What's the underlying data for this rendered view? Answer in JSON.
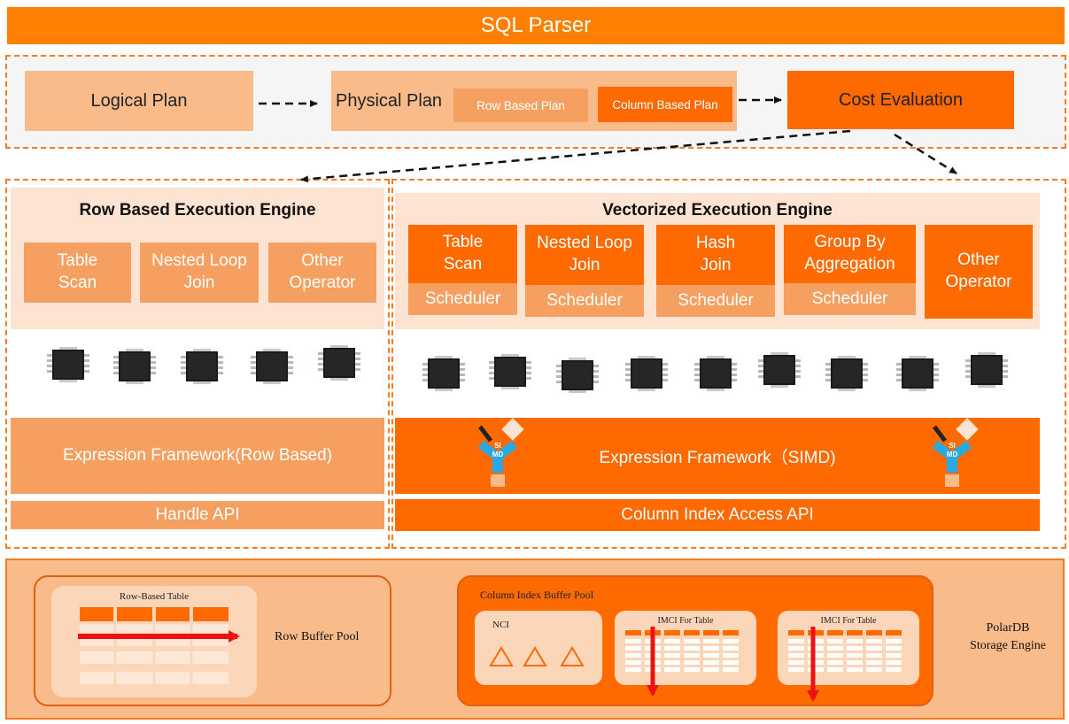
{
  "sql_parser": "SQL Parser",
  "planning": {
    "logical_plan": "Logical Plan",
    "physical_plan": "Physical Plan",
    "row_based_plan": "Row Based Plan",
    "column_based_plan": "Column Based Plan",
    "cost_evaluation": "Cost Evaluation"
  },
  "row_engine": {
    "title": "Row Based Execution Engine",
    "operators": [
      {
        "label_1": "Table",
        "label_2": "Scan"
      },
      {
        "label_1": "Nested Loop",
        "label_2": "Join"
      },
      {
        "label_1": "Other",
        "label_2": "Operator"
      }
    ],
    "expression_framework": "Expression Framework(Row Based)",
    "api": "Handle  API"
  },
  "vectorized_engine": {
    "title": "Vectorized Execution Engine",
    "operators": [
      {
        "label_1": "Table",
        "label_2": "Scan",
        "scheduler": "Scheduler"
      },
      {
        "label_1": "Nested Loop",
        "label_2": "Join",
        "scheduler": "Scheduler"
      },
      {
        "label_1": "Hash",
        "label_2": "Join",
        "scheduler": "Scheduler"
      },
      {
        "label_1": "Group By",
        "label_2": "Aggregation",
        "scheduler": "Scheduler"
      },
      {
        "label_1": "Other",
        "label_2": "Operator"
      }
    ],
    "expression_framework": "Expression Framework（SIMD)",
    "simd_icon_label_1": "SI",
    "simd_icon_label_2": "MD",
    "api": "Column Index Access API"
  },
  "storage": {
    "row_table_title": "Row-Based Table",
    "row_buffer_pool": "Row Buffer Pool",
    "column_pool_title": "Column  Index Buffer Pool",
    "nci_label": "NCI",
    "imci_label_1": "IMCI   For  Table",
    "imci_label_2": "IMCI   For  Table",
    "engine_label_1": "PolarDB",
    "engine_label_2": "Storage Engine"
  },
  "colors": {
    "orange_dark": "#ff6a00",
    "orange_light": "#f5a060",
    "orange_pale": "#fde4d2",
    "arrow_red": "#ee1111"
  }
}
